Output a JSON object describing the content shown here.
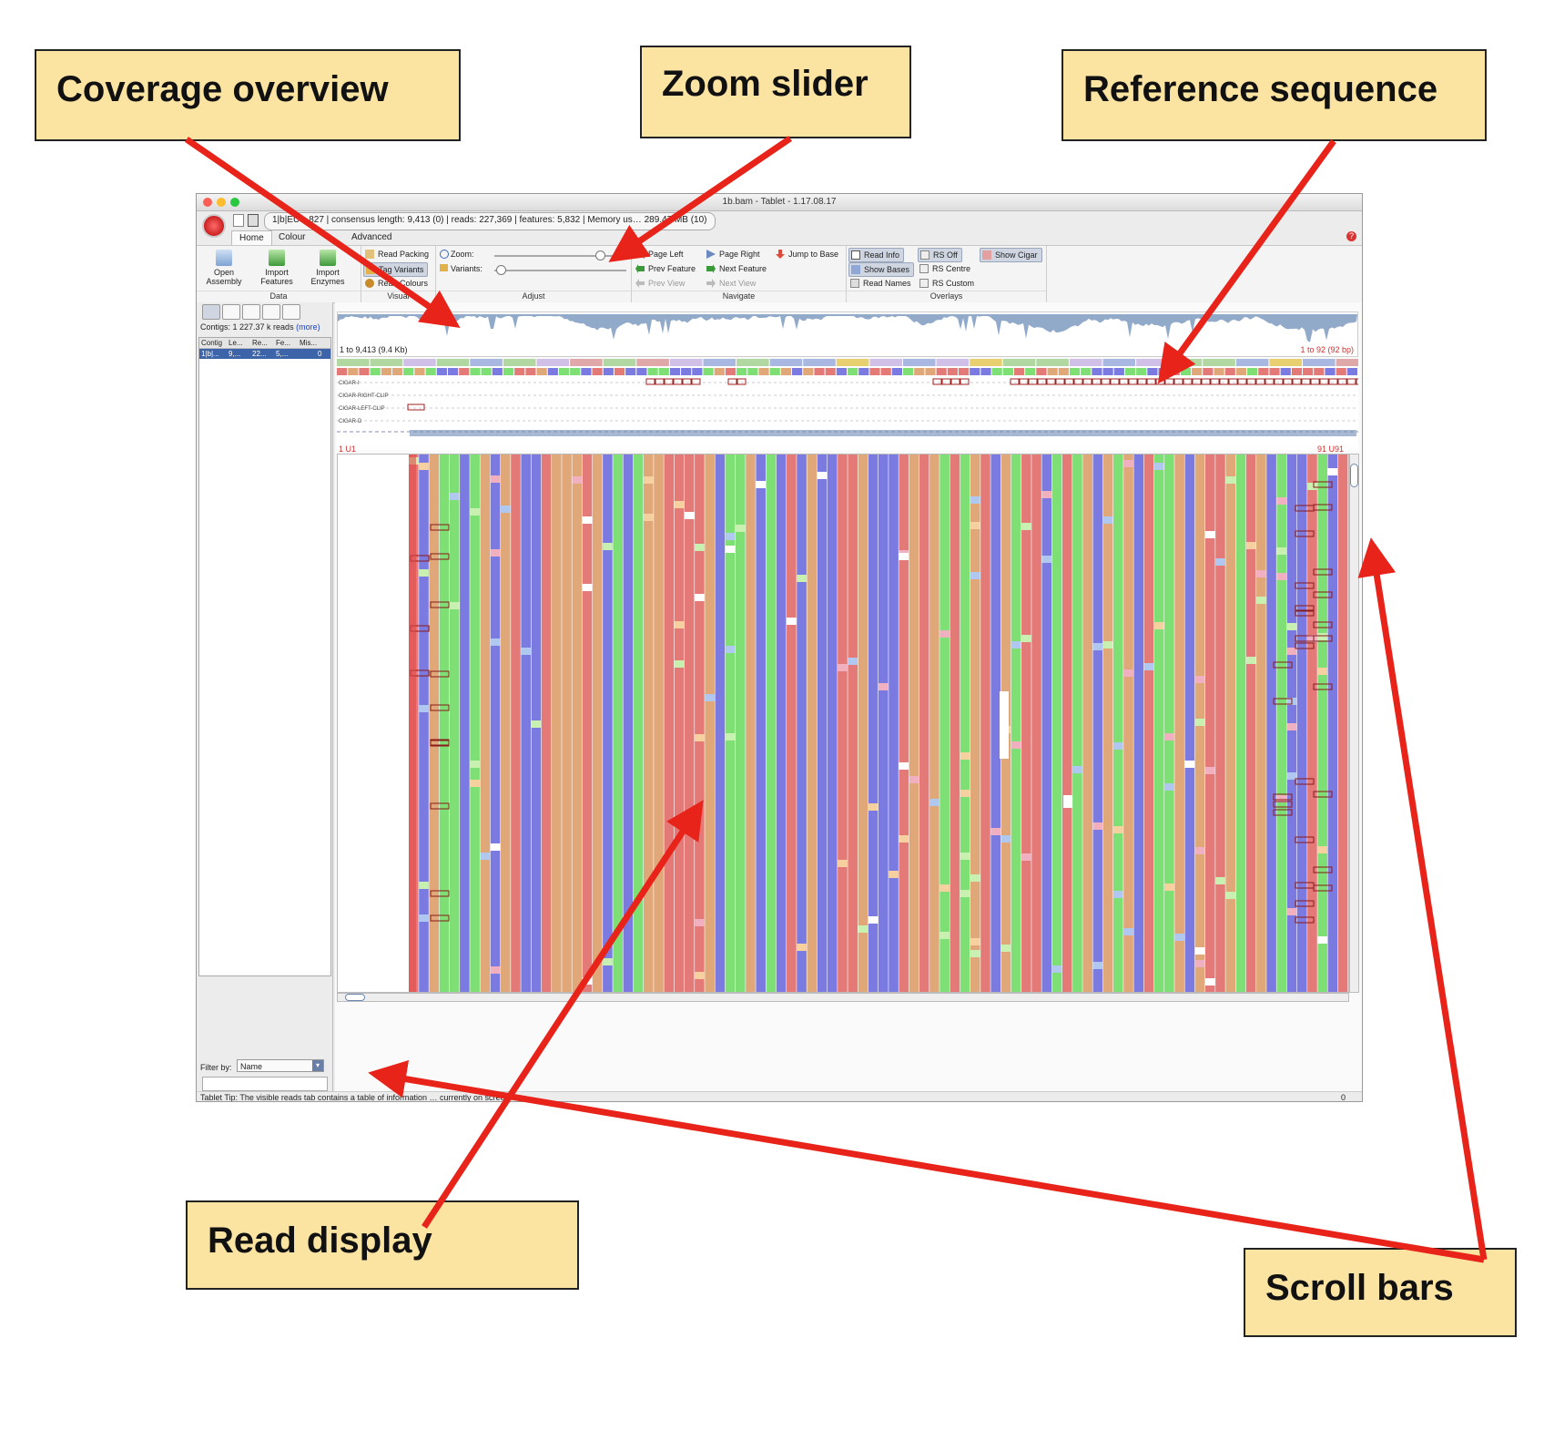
{
  "callouts": {
    "coverage_overview": "Coverage overview",
    "zoom_slider": "Zoom slider",
    "reference_sequence": "Reference sequence",
    "read_display": "Read display",
    "scroll_bars": "Scroll bars"
  },
  "window": {
    "title": "1b.bam - Tablet - 1.17.08.17",
    "status_summary": "1|b|EU…827 | consensus length: 9,413 (0) | reads: 227,369 | features: 5,832 | Memory us… 289.47 MB (10)"
  },
  "tabs": [
    "Home",
    "Colour Schemes",
    "Advanced"
  ],
  "ribbon": {
    "data": {
      "label": "Data",
      "buttons": [
        "Open Assembly",
        "Import Features",
        "Import Enzymes"
      ]
    },
    "visual": {
      "label": "Visual",
      "buttons": [
        "Read Packing",
        "Tag Variants",
        "Read Colours"
      ]
    },
    "adjust": {
      "label": "Adjust",
      "zoom_label": "Zoom:",
      "variants_label": "Variants:",
      "zoom_level": 0.8,
      "variants_level": 0.05
    },
    "navigate": {
      "label": "Navigate",
      "page_left": "Page Left",
      "page_right": "Page Right",
      "jump_to_base": "Jump to Base",
      "prev_feature": "Prev Feature",
      "next_feature": "Next Feature",
      "prev_view": "Prev View",
      "next_view": "Next View"
    },
    "overlays": {
      "label": "Overlays",
      "read_info": "Read Info",
      "show_bases": "Show Bases",
      "read_names": "Read Names",
      "rs_off": "RS Off",
      "rs_centre": "RS Centre",
      "rs_custom": "RS Custom",
      "show_cigar": "Show Cigar"
    }
  },
  "left_panel": {
    "summary": "Contigs: 1  227.37 k reads",
    "more_link": "(more)",
    "columns": [
      "Contig",
      "Le...",
      "Re...",
      "Fe...",
      "Mis..."
    ],
    "rows": [
      [
        "1|b|...",
        "9,...",
        "22...",
        "5,...",
        "0"
      ]
    ],
    "filter_label": "Filter by:",
    "filter_value": "Name"
  },
  "coverage": {
    "range_label": "1 to 9,413 (9.4 Kb)",
    "view_label": "1 to 92 (92 bp)"
  },
  "reference": {
    "cigar_tracks": [
      "CIGAR-I",
      "CIGAR-RIGHT-CLIP",
      "CIGAR-LEFT-CLIP",
      "CIGAR-D"
    ],
    "start_label": "1 U1",
    "end_label": "91 U91"
  },
  "status_bar": {
    "tip": "Tablet Tip: The visible reads tab contains a table of information … currently on screen",
    "count": "0"
  },
  "colors": {
    "base_A": "#7ddf74",
    "base_C": "#e0a878",
    "base_G": "#e37a78",
    "base_T": "#7a7ae0",
    "arrow": "#e8231a",
    "callout_bg": "#fbe3a2"
  }
}
